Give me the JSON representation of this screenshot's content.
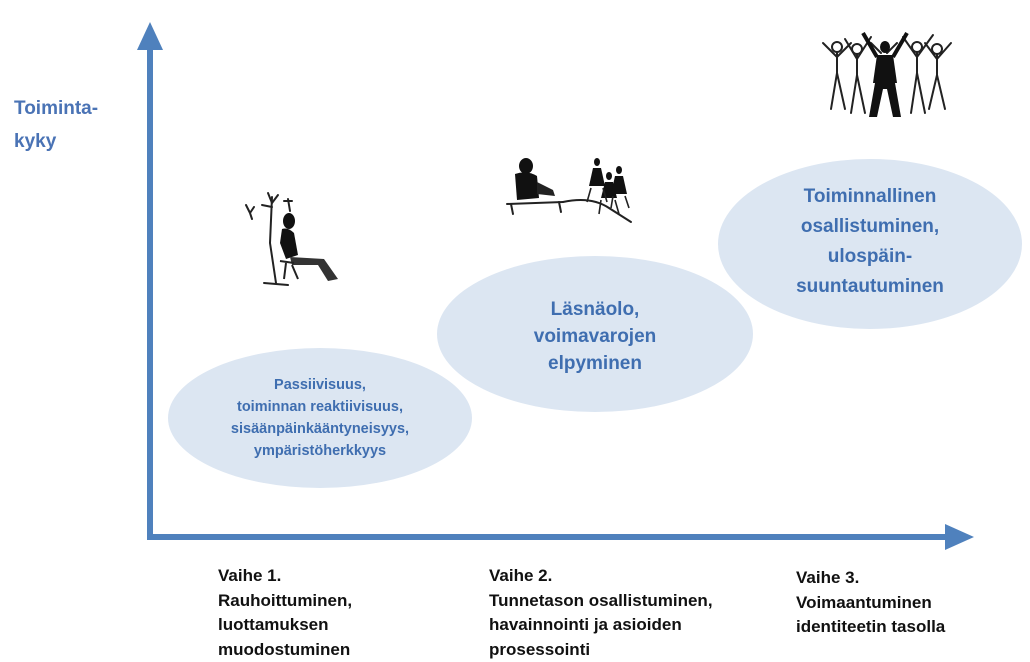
{
  "y_axis_label": "Toiminta-\nkyky",
  "phase_descriptions": [
    "Passiivisuus,\ntoiminnan reaktiivisuus,\nsisäänpäinkääntyneisyys,\nympäristöherkkyys",
    "Läsnäolo,\nvoimavarojen\nelpyminen",
    "Toiminnallinen\nosallistuminen,\nulospäin-\nsuuntautuminen"
  ],
  "stages": [
    "Vaihe 1.\nRauhoittuminen,\nluottamuksen\nmuodostuminen",
    "Vaihe 2.\nTunnetason osallistuminen,\nhavainnointi ja asioiden\nprosessointi",
    "Vaihe 3.\nVoimaantuminen\nidentiteetin tasolla"
  ],
  "colors": {
    "axis": "#4f81bd",
    "ellipse_fill": "#dce6f2",
    "ellipse_text": "#3f6eb0",
    "stage_text": "#111111"
  },
  "icons": [
    "person-sitting-by-tree-icon",
    "person-on-bench-watching-group-icon",
    "group-raising-arms-icon"
  ]
}
